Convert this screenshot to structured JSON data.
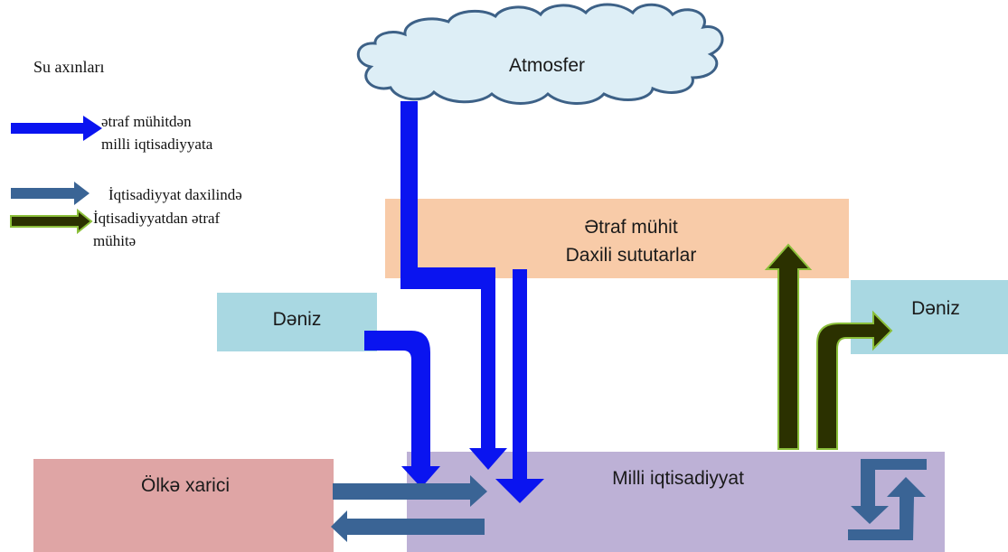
{
  "legend": {
    "title": "Su axınları",
    "items": [
      {
        "line1": "ətraf mühitdən",
        "line2": "milli iqtisadiyyata",
        "color": "#0a14f0"
      },
      {
        "line1": "İqtisadiyyat daxilində",
        "color": "#3a6495"
      },
      {
        "line1": "İqtisadiyyatdan ətraf",
        "line2": "mühitə",
        "color": "#2b3100"
      }
    ]
  },
  "nodes": {
    "atmosfer": "Atmosfer",
    "etraf_muhit": "Ətraf mühit",
    "daxili_sutut": "Daxili sututarlar",
    "deniz_left": "Dəniz",
    "deniz_right": "Dəniz",
    "olke_xarici": "Ölkə xarici",
    "milli_iqtisadiyyat": "Milli iqtisadiyyat"
  },
  "colors": {
    "env_flow": "#0a14f0",
    "econ_flow": "#3a6495",
    "out_flow": "#2b3100",
    "out_border": "#8bbf3a",
    "cloud_fill": "#ddeef6",
    "cloud_stroke": "#3d6187",
    "etraf_box": "#f8cba8",
    "deniz_box": "#a9d8e2",
    "olke_box": "#dfa5a5",
    "milli_box": "#bdb1d6"
  }
}
